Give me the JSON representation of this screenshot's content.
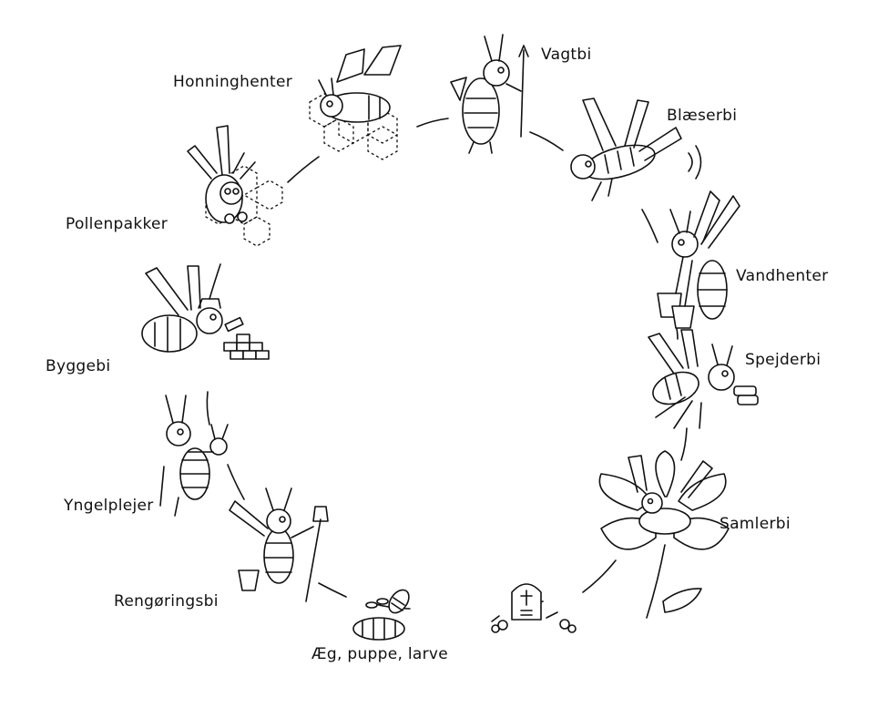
{
  "diagram": {
    "stages": [
      {
        "id": "vagtbi",
        "label": "Vagtbi"
      },
      {
        "id": "blaeserbi",
        "label": "Blæserbi"
      },
      {
        "id": "vandhenter",
        "label": "Vandhenter"
      },
      {
        "id": "spejderbi",
        "label": "Spejderbi"
      },
      {
        "id": "samlerbi",
        "label": "Samlerbi"
      },
      {
        "id": "aeg",
        "label": "Æg, puppe, larve"
      },
      {
        "id": "rengoringsbi",
        "label": "Rengøringsbi"
      },
      {
        "id": "yngelplejer",
        "label": "Yngelplejer"
      },
      {
        "id": "byggebi",
        "label": "Byggebi"
      },
      {
        "id": "pollenpakker",
        "label": "Pollenpakker"
      },
      {
        "id": "honninghenter",
        "label": "Honninghenter"
      }
    ],
    "colors": {
      "ink": "#111111",
      "background": "#ffffff"
    }
  }
}
